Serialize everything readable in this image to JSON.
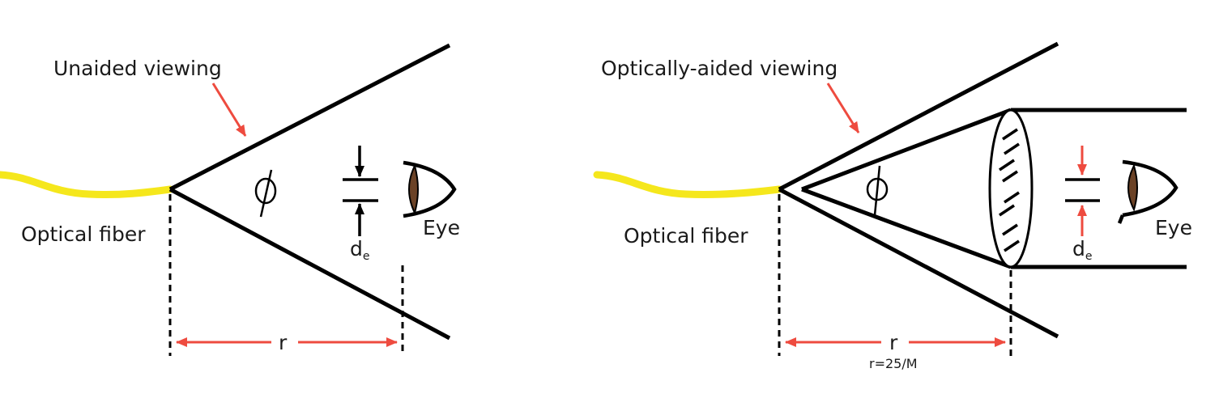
{
  "left_panel": {
    "title": "Unaided viewing",
    "fiber_label": "Optical fiber",
    "eye_label": "Eye",
    "angle_symbol": "ϕ",
    "pupil_symbol": "d",
    "pupil_subscript": "e",
    "distance_symbol": "r"
  },
  "right_panel": {
    "title": "Optically-aided viewing",
    "fiber_label": "Optical fiber",
    "eye_label": "Eye",
    "angle_symbol": "ϕ",
    "pupil_symbol": "d",
    "pupil_subscript": "e",
    "distance_symbol": "r",
    "distance_formula": "r=25/M"
  },
  "colors": {
    "fiber": "#f5e71c",
    "arrow": "#ee4b3f",
    "line": "#000000",
    "pupil": "#6b4226"
  }
}
